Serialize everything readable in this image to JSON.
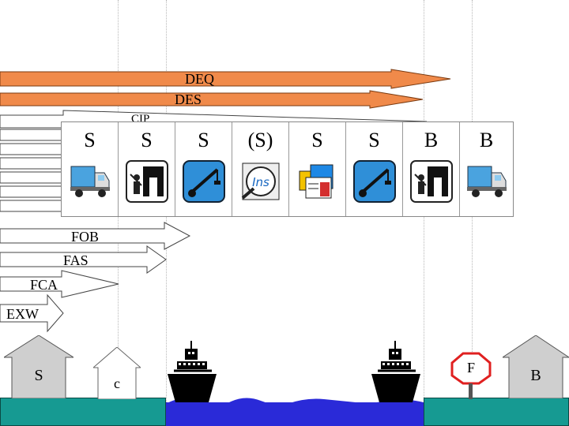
{
  "arrows": {
    "deq": "DEQ",
    "des": "DES",
    "cip": "CIP",
    "fob": "FOB",
    "fas": "FAS",
    "fca": "FCA",
    "exw": "EXW"
  },
  "responsibility_panel": {
    "columns": [
      {
        "party": "S",
        "icon": "truck-icon"
      },
      {
        "party": "S",
        "icon": "customs-officer-icon"
      },
      {
        "party": "S",
        "icon": "crane-icon"
      },
      {
        "party": "(S)",
        "icon": "insurance-icon",
        "icon_text": "Ins"
      },
      {
        "party": "S",
        "icon": "documents-icon"
      },
      {
        "party": "S",
        "icon": "crane-icon"
      },
      {
        "party": "B",
        "icon": "customs-officer-icon"
      },
      {
        "party": "B",
        "icon": "truck-icon"
      }
    ]
  },
  "scene": {
    "seller_house": "S",
    "carrier_house": "c",
    "frontier_sign": "F",
    "buyer_house": "B"
  },
  "colors": {
    "arrow_fill": "#f08a4a",
    "ground": "#169a92",
    "water": "#2a2ad8",
    "frontier_sign": "#e02020"
  }
}
